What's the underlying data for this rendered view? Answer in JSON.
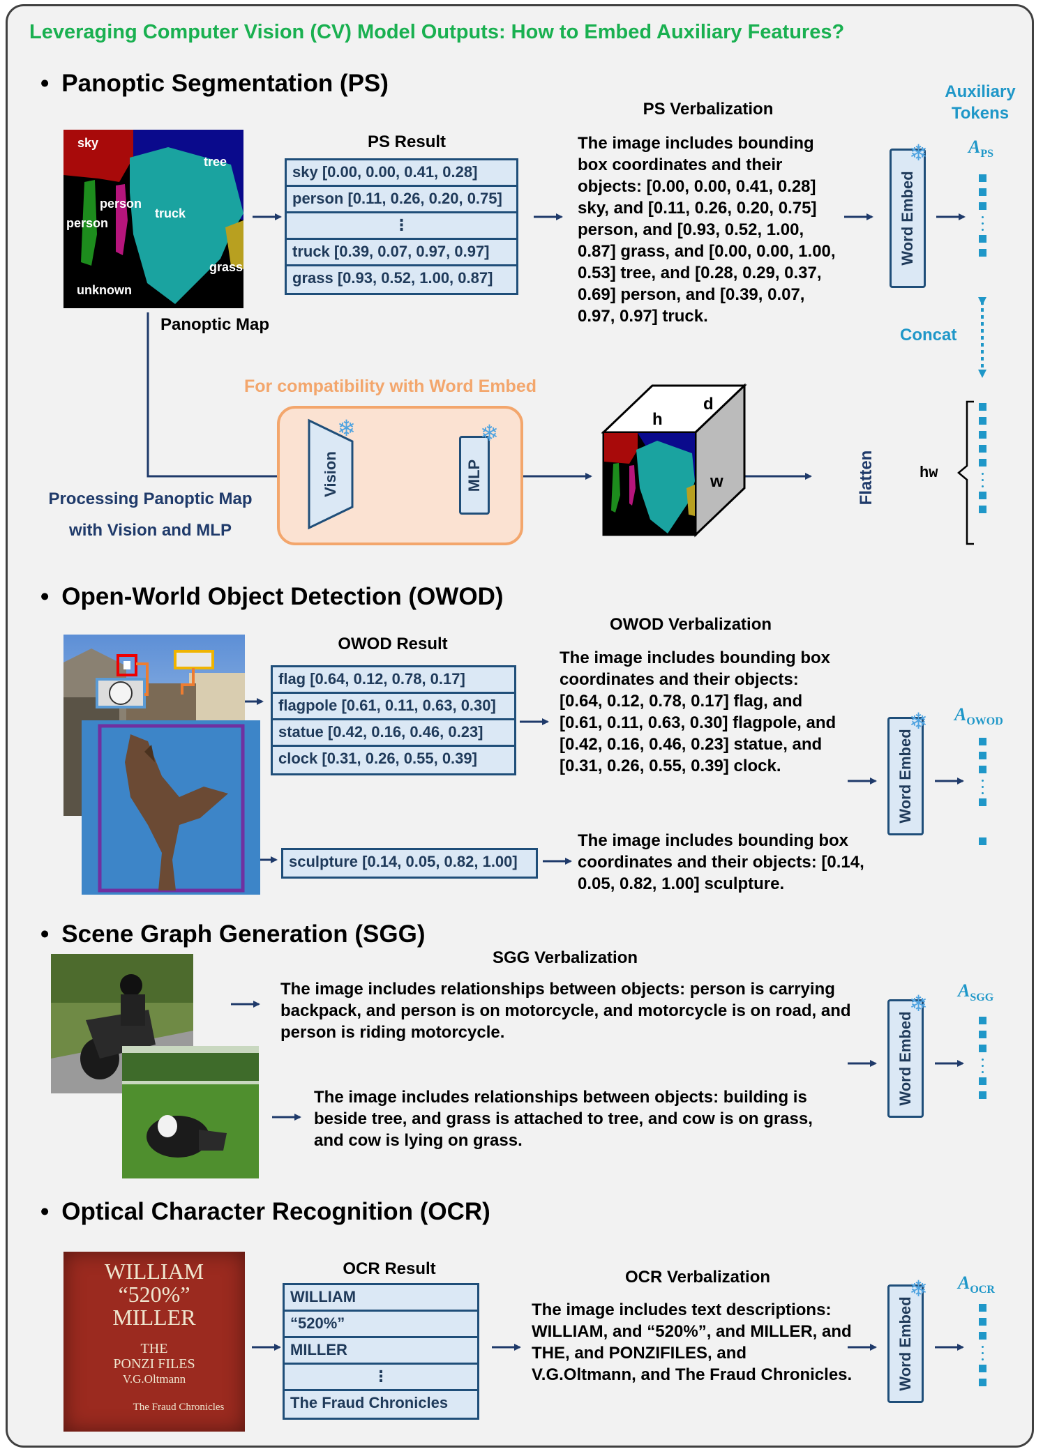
{
  "title": "Leveraging Computer Vision (CV) Model Outputs: How to Embed Auxiliary Features?",
  "colors": {
    "accent_green": "#19b050",
    "navy": "#1f4e79",
    "token_blue": "#1f97c8",
    "orange": "#f3a66c",
    "box_fill": "#dbe8f5"
  },
  "bullet": "•",
  "aux_tokens_label": "Auxiliary Tokens",
  "concat_label": "Concat",
  "word_embed_label": "Word Embed",
  "snowflake_icon": "❄",
  "ps": {
    "heading": "Panoptic Segmentation (PS)",
    "image_labels": {
      "sky": "sky",
      "tree": "tree",
      "person1": "person",
      "person2": "person",
      "truck": "truck",
      "grass": "grass",
      "unknown": "unknown"
    },
    "map_caption": "Panoptic Map",
    "result_caption": "PS Result",
    "rows": [
      "sky [0.00, 0.00, 0.41, 0.28]",
      "person [0.11, 0.26, 0.20, 0.75]",
      "⋮",
      "truck [0.39, 0.07, 0.97, 0.97]",
      "grass [0.93, 0.52, 1.00, 0.87]"
    ],
    "verb_caption": "PS Verbalization",
    "verb_text": "The image includes bounding box coordinates and their objects: [0.00, 0.00, 0.41, 0.28] sky, and [0.11, 0.26, 0.20, 0.75] person, and [0.93, 0.52, 1.00, 0.87] grass, and [0.00, 0.00, 1.00, 0.53] tree, and [0.28, 0.29, 0.37, 0.69] person, and [0.39, 0.07, 0.97, 0.97] truck.",
    "aux_symbol": "A",
    "aux_sub": "PS",
    "compat_label": "For compatibility with Word Embed",
    "vision_label": "Vision",
    "mlp_label": "MLP",
    "processing_line1": "Processing Panoptic Map",
    "processing_line2": "with Vision and MLP",
    "cube_h": "h",
    "cube_d": "d",
    "cube_w": "w",
    "flatten_label": "Flatten",
    "hw_label": "hw"
  },
  "owod": {
    "heading": "Open-World Object Detection (OWOD)",
    "result_caption": "OWOD Result",
    "rows": [
      "flag [0.64, 0.12, 0.78, 0.17]",
      "flagpole [0.61, 0.11, 0.63, 0.30]",
      "statue [0.42, 0.16, 0.46, 0.23]",
      "clock [0.31, 0.26, 0.55, 0.39]"
    ],
    "verb_caption": "OWOD Verbalization",
    "verb_text": "The image includes bounding box coordinates and their objects: [0.64, 0.12, 0.78, 0.17] flag, and [0.61, 0.11, 0.63, 0.30] flagpole, and [0.42, 0.16, 0.46, 0.23] statue, and [0.31, 0.26, 0.55, 0.39] clock.",
    "sculpture_row": "sculpture [0.14, 0.05, 0.82, 1.00]",
    "verb_text2": "The image includes bounding box coordinates and their objects: [0.14, 0.05, 0.82, 1.00] sculpture.",
    "aux_symbol": "A",
    "aux_sub": "OWOD"
  },
  "sgg": {
    "heading": "Scene Graph Generation (SGG)",
    "verb_caption": "SGG Verbalization",
    "verb_text": "The image includes relationships between objects: person is carrying backpack, and person is on motorcycle, and motorcycle is on road, and person is riding motorcycle.",
    "verb_text2": "The image includes relationships between objects: building is beside tree, and grass is attached to tree, and cow is on grass, and cow is lying on grass.",
    "aux_symbol": "A",
    "aux_sub": "SGG"
  },
  "ocr": {
    "heading": "Optical Character Recognition (OCR)",
    "book_line1": "WILLIAM",
    "book_line2": "“520%”",
    "book_line3": "MILLER",
    "book_line4": "THE",
    "book_line5": "PONZI FILES",
    "book_line6": "V.G.Oltmann",
    "book_line7": "The Fraud Chronicles",
    "result_caption": "OCR Result",
    "rows": [
      "WILLIAM",
      "“520%”",
      "MILLER",
      "⋮",
      "The Fraud Chronicles"
    ],
    "verb_caption": "OCR Verbalization",
    "verb_text": "The image includes text descriptions: WILLIAM, and “520%”, and MILLER, and THE, and PONZIFILES, and V.G.Oltmann, and The Fraud Chronicles.",
    "aux_symbol": "A",
    "aux_sub": "OCR"
  }
}
